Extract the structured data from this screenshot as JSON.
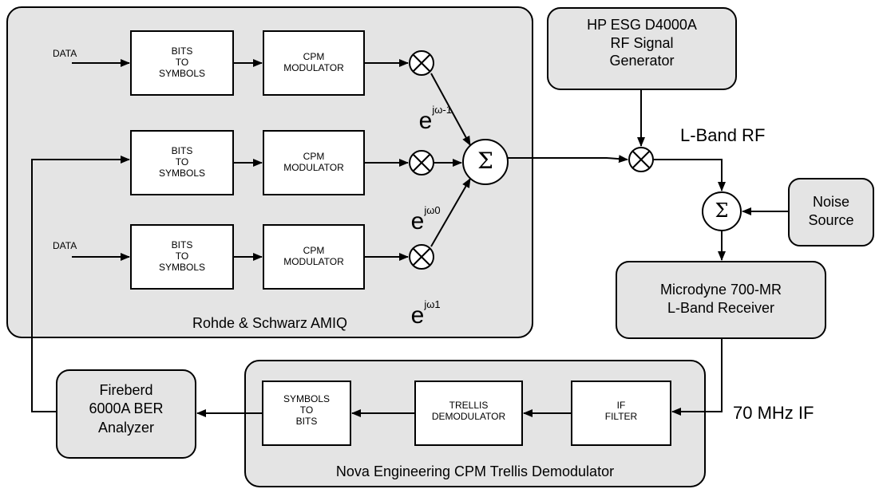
{
  "group_labels": {
    "amiq": "Rohde & Schwarz AMIQ",
    "nova": "Nova Engineering CPM Trellis Demodulator"
  },
  "blocks": {
    "b2s": "BITS\nTO\nSYMBOLS",
    "cpm": "CPM\nMODULATOR",
    "trellis": "TRELLIS\nDEMODULATOR",
    "s2b": "SYMBOLS\nTO\nBITS",
    "if_filter": "IF\nFILTER"
  },
  "equipment": {
    "siggen": "HP ESG D4000A\nRF Signal\nGenerator",
    "noise": "Noise\nSource",
    "receiver": "Microdyne 700-MR\nL-Band Receiver",
    "ber": "Fireberd\n6000A BER\nAnalyzer"
  },
  "signals": {
    "data_top": "DATA",
    "data_bottom": "DATA",
    "lband": "L-Band RF",
    "if70": "70 MHz IF"
  },
  "symbols": {
    "sum": "Σ",
    "mixer": "⊗"
  },
  "exponentials": {
    "base": "e",
    "top": "jω-1",
    "mid": "jω0",
    "bot": "jω1"
  }
}
